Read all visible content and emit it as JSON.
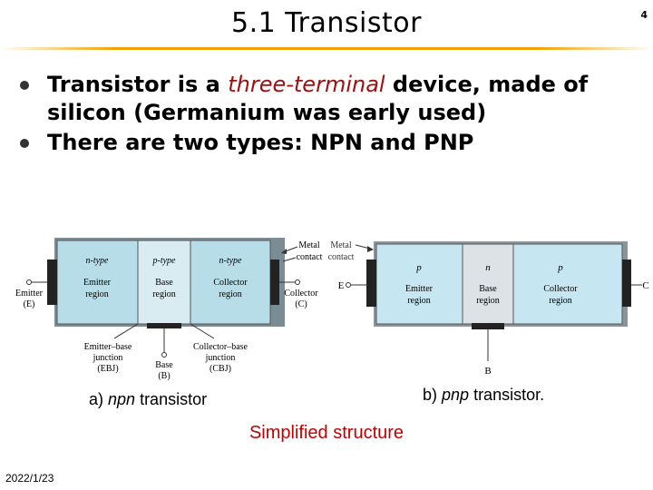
{
  "slide": {
    "title": "5.1   Transistor",
    "page_number": "4",
    "date": "2022/1/23",
    "accent_color": "#f0a000"
  },
  "bullets": [
    {
      "pre": "Transistor is a ",
      "emph": "three-terminal",
      "post": " device, made of silicon (Germanium was early used)"
    },
    {
      "pre": "There are two types: NPN and PNP",
      "emph": "",
      "post": ""
    }
  ],
  "npn": {
    "caption_prefix": "a) ",
    "caption_italic": "npn",
    "caption_suffix": " transistor",
    "regions": [
      {
        "type": "n-type",
        "name1": "Emitter",
        "name2": "region"
      },
      {
        "type": "p-type",
        "name1": "Base",
        "name2": "region"
      },
      {
        "type": "n-type",
        "name1": "Collector",
        "name2": "region"
      }
    ],
    "emitter_label": "Emitter",
    "emitter_abbr": "(E)",
    "collector_label": "Collector",
    "collector_abbr": "(C)",
    "base_label": "Base",
    "base_abbr": "(B)",
    "metal_contact_1": "Metal",
    "metal_contact_2": "contact",
    "ebj_1": "Emitter–base",
    "ebj_2": "junction",
    "ebj_3": "(EBJ)",
    "cbj_1": "Collector–base",
    "cbj_2": "junction",
    "cbj_3": "(CBJ)",
    "colors": {
      "n_region": "#b7dde8",
      "p_region": "#d9ecf2",
      "outline": "#555555",
      "contact": "#222222"
    }
  },
  "pnp": {
    "caption_prefix": "b) ",
    "caption_italic": "pnp",
    "caption_suffix": " transistor.",
    "regions": [
      {
        "type": "p",
        "name1": "Emitter",
        "name2": "region"
      },
      {
        "type": "n",
        "name1": "Base",
        "name2": "region"
      },
      {
        "type": "p",
        "name1": "Collector",
        "name2": "region"
      }
    ],
    "emitter_label": "E",
    "collector_label": "C",
    "base_label": "B",
    "metal_contact_1": "Metal",
    "metal_contact_2": "contact",
    "colors": {
      "outer_region": "#c6e6f2",
      "mid_region": "#dde2e6",
      "outline": "#555555",
      "contact": "#222222"
    }
  },
  "simplified_structure": "Simplified structure"
}
